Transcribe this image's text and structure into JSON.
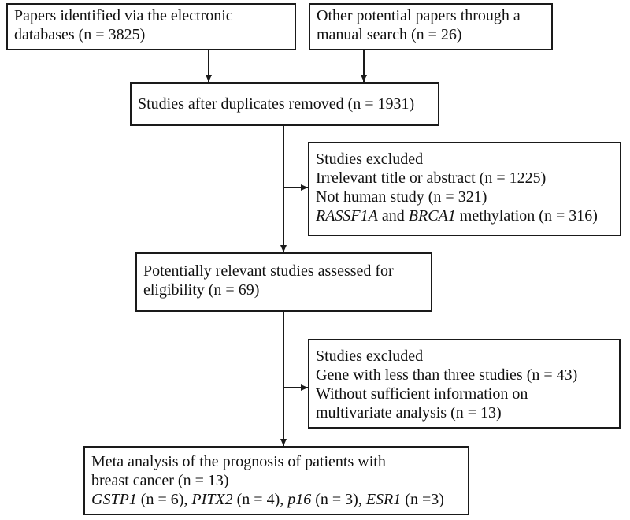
{
  "boxes": {
    "identified_db": {
      "lines": [
        "Papers identified via the electronic",
        "databases (n = 3825)"
      ]
    },
    "manual_search": {
      "lines": [
        "Other potential papers through a",
        "manual search (n = 26)"
      ]
    },
    "after_duplicates": {
      "lines": [
        "Studies after duplicates removed (n = 1931)"
      ]
    },
    "excluded_1": {
      "title": "Studies excluded",
      "reason_1": "Irrelevant title or abstract (n = 1225)",
      "reason_2": "Not human study (n = 321)",
      "reason_3_gene_a": "RASSF1A",
      "reason_3_and": " and ",
      "reason_3_gene_b": "BRCA1",
      "reason_3_rest": " methylation (n = 316)"
    },
    "eligibility": {
      "lines": [
        "Potentially relevant studies assessed for",
        "eligibility (n = 69)"
      ]
    },
    "excluded_2": {
      "title": "Studies excluded",
      "reason_1": "Gene with less than three studies (n = 43)",
      "reason_2a": "Without sufficient information on",
      "reason_2b": "multivariate analysis (n = 13)"
    },
    "meta_analysis": {
      "line_1": "Meta analysis of the prognosis of patients with",
      "line_2": "breast cancer (n = 13)",
      "genes": [
        {
          "name": "GSTP1",
          "count": " (n = 6), "
        },
        {
          "name": "PITX2",
          "count": " (n = 4), "
        },
        {
          "name": "p16",
          "count": " (n = 3), "
        },
        {
          "name": "ESR1",
          "count": " (n =3)"
        }
      ]
    }
  }
}
